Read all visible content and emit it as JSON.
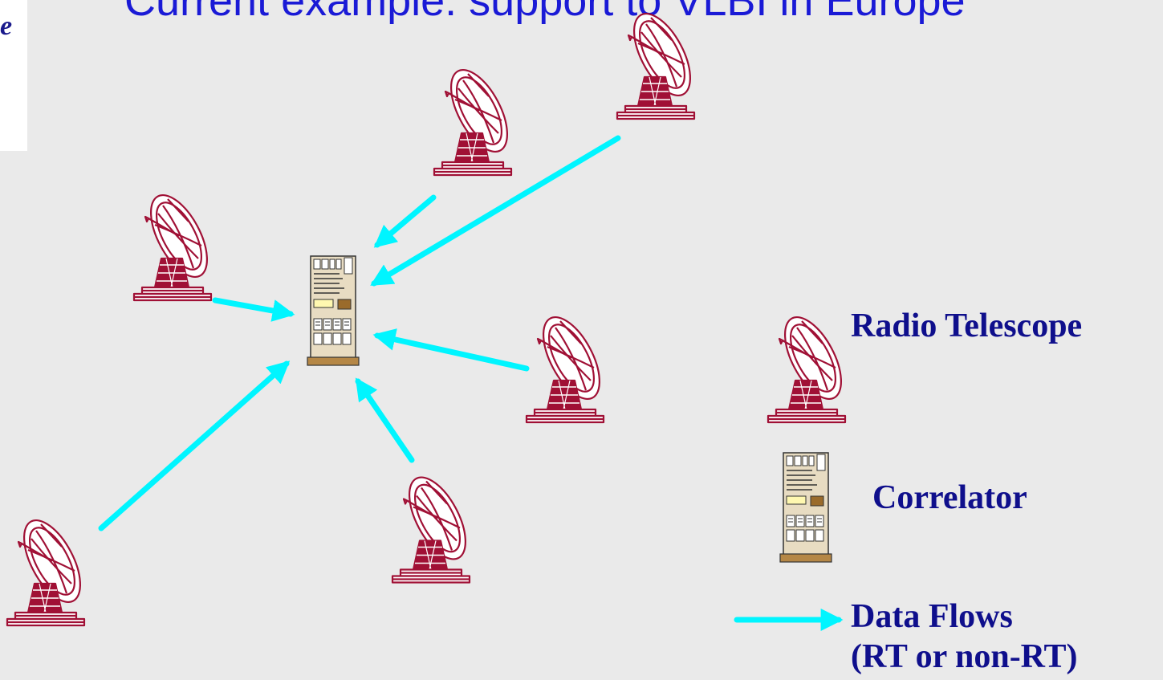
{
  "title": "Current example: support to VLBI in Europe",
  "logo_text": "e",
  "legend": {
    "radio_telescope": "Radio Telescope",
    "correlator": "Correlator",
    "data_flows_line1": "Data Flows",
    "data_flows_line2": "(RT or non-RT)"
  },
  "colors": {
    "background": "#eaeaea",
    "title": "#1a1ad6",
    "legend_text": "#0f0f8c",
    "telescope": "#a01035",
    "arrow": "#00f5ff",
    "rack": "#e8dcc2"
  },
  "icons": {
    "telescope": "radio-telescope-icon",
    "correlator": "correlator-rack-icon",
    "arrow": "data-flow-arrow"
  }
}
